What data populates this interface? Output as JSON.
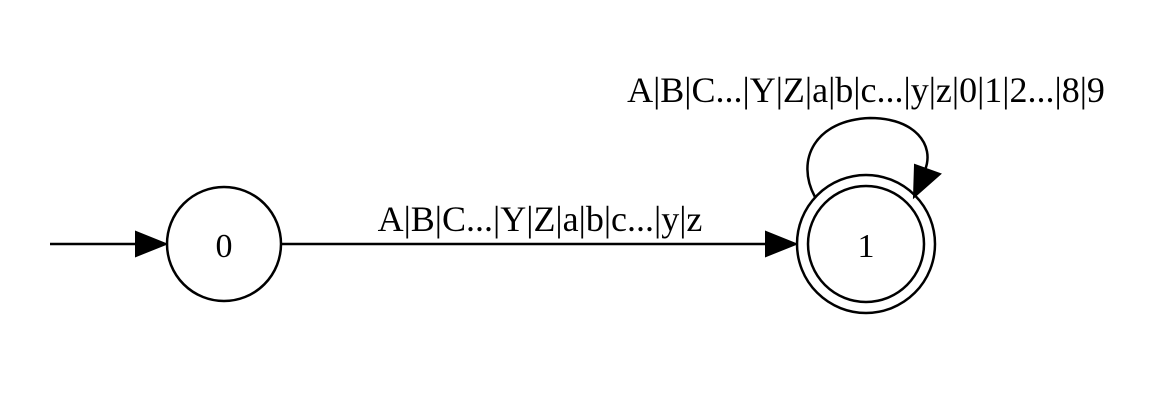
{
  "diagram": {
    "nodes": [
      {
        "id": "0",
        "label": "0",
        "accepting": false,
        "initial": true
      },
      {
        "id": "1",
        "label": "1",
        "accepting": true,
        "initial": false
      }
    ],
    "edges": [
      {
        "from": "0",
        "to": "1",
        "label": "A|B|C...|Y|Z|a|b|c...|y|z"
      },
      {
        "from": "1",
        "to": "1",
        "label": "A|B|C...|Y|Z|a|b|c...|y|z|0|1|2...|8|9"
      }
    ]
  }
}
